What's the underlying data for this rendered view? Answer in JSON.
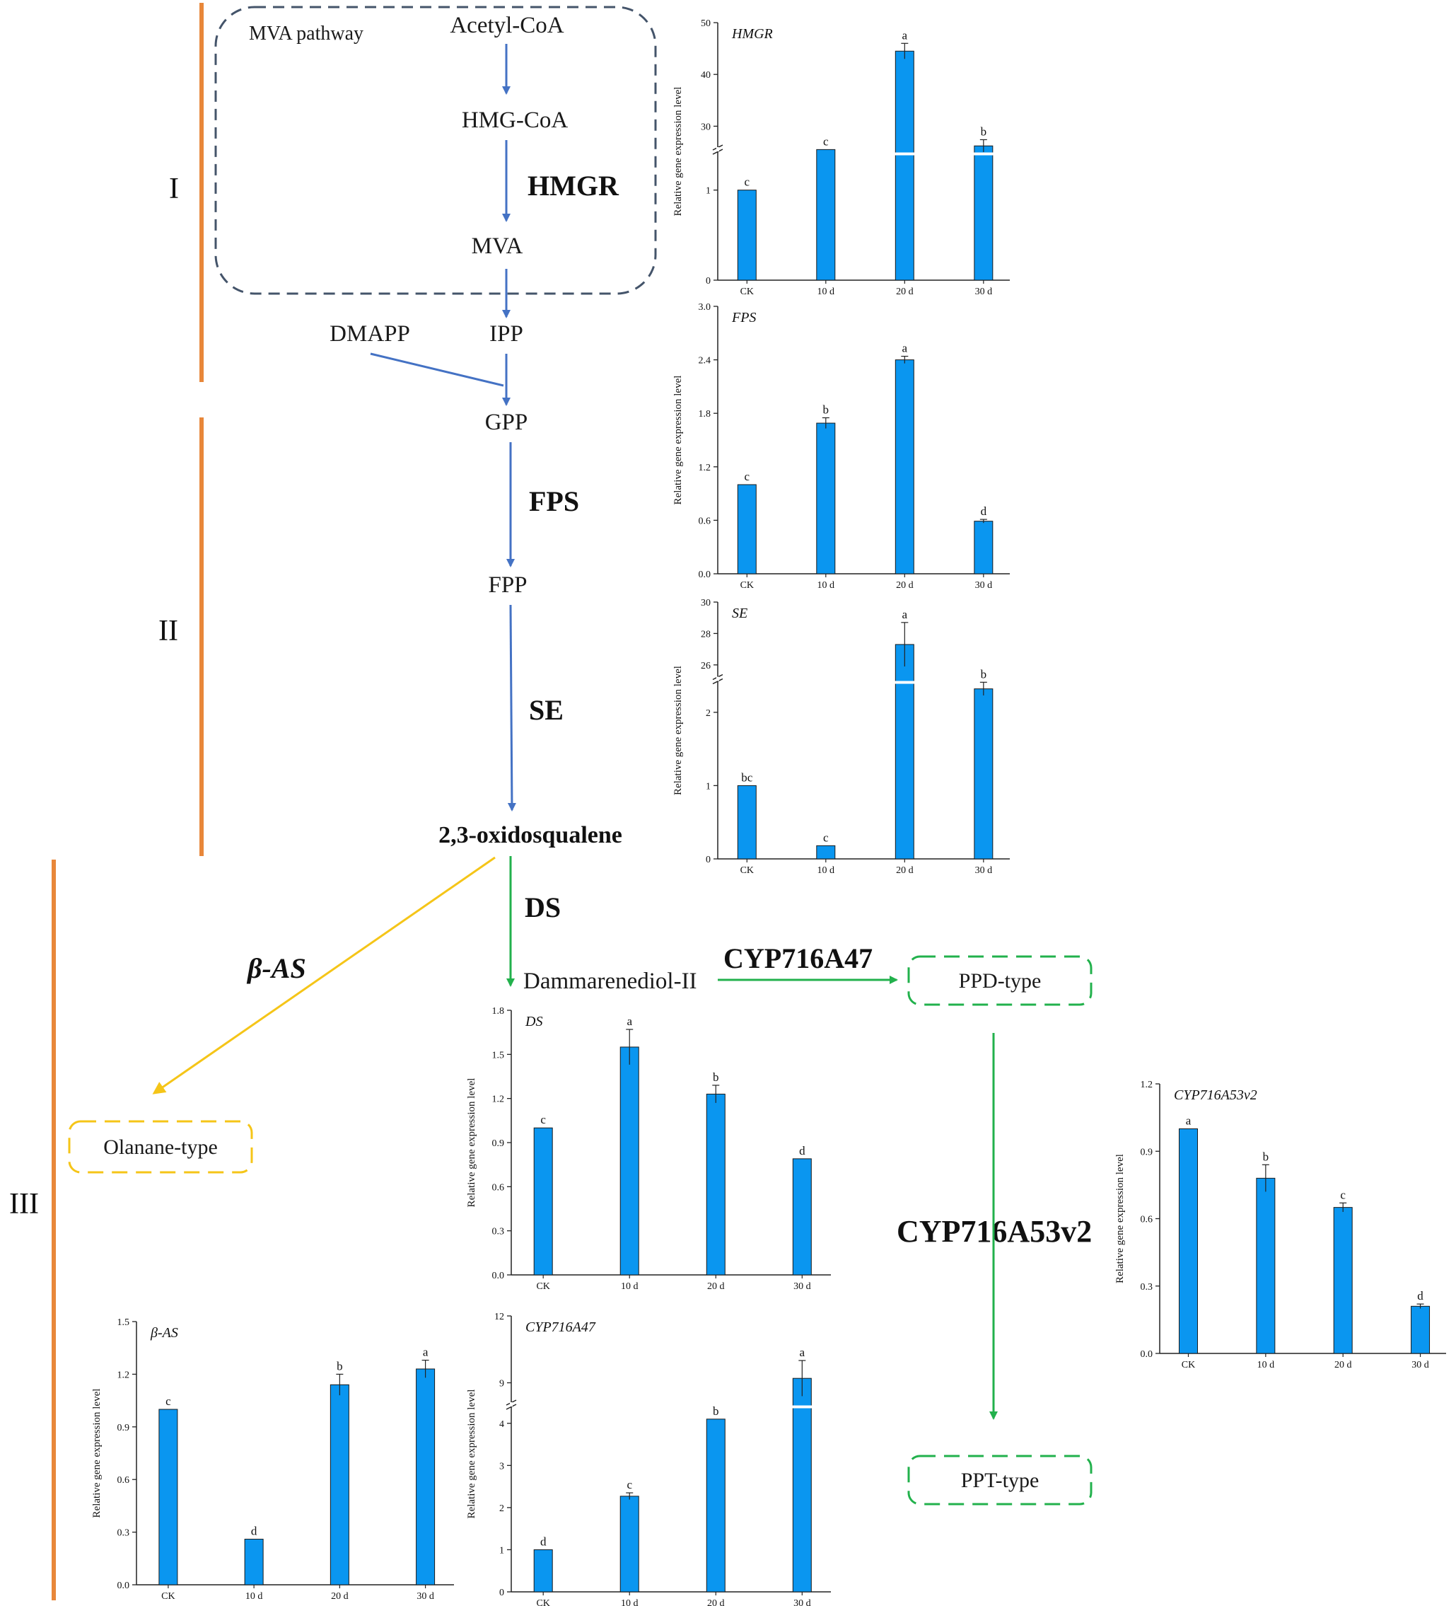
{
  "pathway": {
    "module_label": "MVA pathway",
    "stages": [
      "I",
      "II",
      "III"
    ],
    "metabolites": {
      "acetyl_coa": "Acetyl-CoA",
      "hmg_coa": "HMG-CoA",
      "mva": "MVA",
      "dmapp": "DMAPP",
      "ipp": "IPP",
      "gpp": "GPP",
      "fpp": "FPP",
      "oxidosqualene": "2,3-oxidosqualene",
      "dammarenediol": "Dammarenediol-II",
      "ppd": "PPD-type",
      "ppt": "PPT-type",
      "olanane": "Olanane-type"
    },
    "enzymes": {
      "hmgr": "HMGR",
      "fps": "FPS",
      "se": "SE",
      "ds": "DS",
      "bas": "β-AS",
      "cyp716a47": "CYP716A47",
      "cyp716a53v2": "CYP716A53v2"
    },
    "colors": {
      "stage_bar": "#e8873a",
      "mva_arrow": "#4472c4",
      "dammarane_arrow": "#22b14c",
      "oleanane_arrow": "#f5c518",
      "mva_box": "#44546a",
      "bar_fill": "#0a96f0"
    }
  },
  "chart_data": [
    {
      "id": "hmgr",
      "type": "bar",
      "title": "HMGR",
      "ylabel": "Relative gene expression level",
      "categories": [
        "CK",
        "10 d",
        "20 d",
        "30 d"
      ],
      "values": [
        1.0,
        1.45,
        44.5,
        26.2
      ],
      "errors": [
        0,
        0,
        1.5,
        1.2
      ],
      "letters": [
        "c",
        "c",
        "a",
        "b"
      ],
      "axis_break": {
        "lower": [
          0,
          1.5
        ],
        "upper": [
          25,
          50
        ]
      },
      "ticks_lower": [
        "0",
        "1"
      ],
      "ticks_upper": [
        "30",
        "40",
        "50"
      ]
    },
    {
      "id": "fps",
      "type": "bar",
      "title": "FPS",
      "ylabel": "Relative gene expression level",
      "categories": [
        "CK",
        "10 d",
        "20 d",
        "30 d"
      ],
      "values": [
        1.0,
        1.69,
        2.4,
        0.59
      ],
      "errors": [
        0,
        0.06,
        0.04,
        0.02
      ],
      "letters": [
        "c",
        "b",
        "a",
        "d"
      ],
      "ylim": [
        0,
        3.0
      ],
      "ticks": [
        "0.0",
        "0.6",
        "1.2",
        "1.8",
        "2.4",
        "3.0"
      ]
    },
    {
      "id": "se",
      "type": "bar",
      "title": "SE",
      "ylabel": "Relative gene expression level",
      "categories": [
        "CK",
        "10 d",
        "20 d",
        "30 d"
      ],
      "values": [
        1.0,
        0.18,
        27.3,
        2.32
      ],
      "errors": [
        0,
        0,
        1.4,
        0.09
      ],
      "letters": [
        "bc",
        "c",
        "a",
        "b"
      ],
      "axis_break": {
        "lower": [
          0,
          2.5
        ],
        "upper": [
          25,
          30
        ]
      },
      "ticks_lower": [
        "0",
        "1",
        "2"
      ],
      "ticks_upper": [
        "26",
        "28",
        "30"
      ]
    },
    {
      "id": "ds",
      "type": "bar",
      "title": "DS",
      "ylabel": "Relative gene expression level",
      "categories": [
        "CK",
        "10 d",
        "20 d",
        "30 d"
      ],
      "values": [
        1.0,
        1.55,
        1.23,
        0.79
      ],
      "errors": [
        0,
        0.12,
        0.06,
        0
      ],
      "letters": [
        "c",
        "a",
        "b",
        "d"
      ],
      "ylim": [
        0,
        1.8
      ],
      "ticks": [
        "0.0",
        "0.3",
        "0.6",
        "0.9",
        "1.2",
        "1.5",
        "1.8"
      ]
    },
    {
      "id": "cyp716a47",
      "type": "bar",
      "title": "CYP716A47",
      "ylabel": "Relative gene expression level",
      "categories": [
        "CK",
        "10 d",
        "20 d",
        "30 d"
      ],
      "values": [
        1.0,
        2.27,
        4.1,
        9.2
      ],
      "errors": [
        0,
        0.08,
        0,
        0.8
      ],
      "letters": [
        "d",
        "c",
        "b",
        "a"
      ],
      "axis_break": {
        "lower": [
          0,
          4.5
        ],
        "upper": [
          8,
          12
        ]
      },
      "ticks_lower": [
        "0",
        "1",
        "2",
        "3",
        "4"
      ],
      "ticks_upper": [
        "9",
        "12"
      ]
    },
    {
      "id": "bas",
      "type": "bar",
      "title": "β-AS",
      "ylabel": "Relative gene expression level",
      "categories": [
        "CK",
        "10 d",
        "20 d",
        "30 d"
      ],
      "values": [
        1.0,
        0.26,
        1.14,
        1.23
      ],
      "errors": [
        0,
        0,
        0.06,
        0.05
      ],
      "letters": [
        "c",
        "d",
        "b",
        "a"
      ],
      "ylim": [
        0,
        1.5
      ],
      "ticks": [
        "0.0",
        "0.3",
        "0.6",
        "0.9",
        "1.2",
        "1.5"
      ]
    },
    {
      "id": "cyp716a53v2",
      "type": "bar",
      "title": "CYP716A53v2",
      "ylabel": "Relative gene expression level",
      "categories": [
        "CK",
        "10 d",
        "20 d",
        "30 d"
      ],
      "values": [
        1.0,
        0.78,
        0.65,
        0.21
      ],
      "errors": [
        0,
        0.06,
        0.02,
        0.01
      ],
      "letters": [
        "a",
        "b",
        "c",
        "d"
      ],
      "ylim": [
        0,
        1.2
      ],
      "ticks": [
        "0.0",
        "0.3",
        "0.6",
        "0.9",
        "1.2"
      ]
    }
  ]
}
